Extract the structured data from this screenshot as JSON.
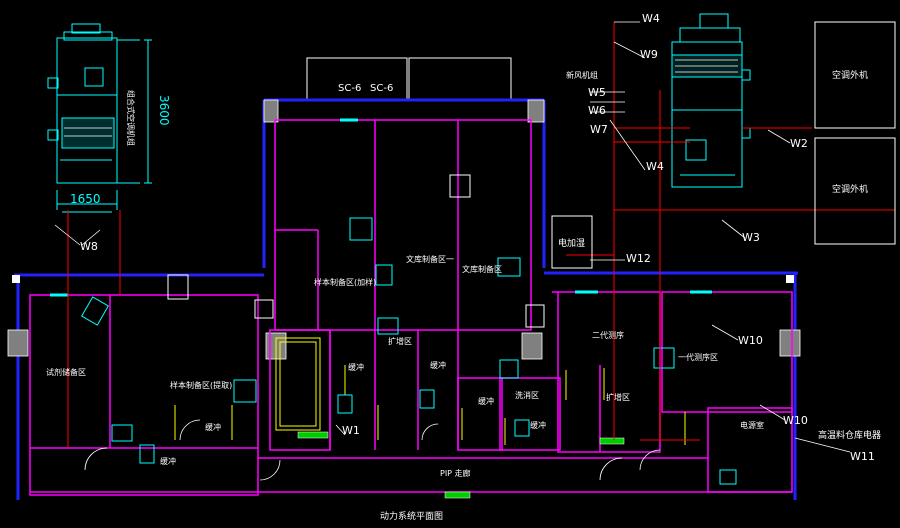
{
  "colors": {
    "background": "#000000",
    "wall": "#ff00ff",
    "structure": "#2222ff",
    "equipment": "#00ffff",
    "duct": "#ff0000",
    "door": "#ffff00",
    "white": "#ffffff",
    "gray": "#808080"
  },
  "rooms": {
    "sc6_a": "SC-6",
    "sc6_b": "SC-6",
    "sample_handling": "样本制备区(加样)",
    "reagent_prep_1": "文库制备区一",
    "reagent_prep_2": "文库制备区",
    "sample_prep_2": "试剂储备区",
    "sample_handling_2": "样本制备区(提取)",
    "buffer_a": "缓冲",
    "buffer_b": "缓冲",
    "buffer_c": "缓冲",
    "buffer_d": "缓冲",
    "buffer_e": "缓冲",
    "buffer_f": "缓冲",
    "print": "扩增区",
    "gen2_seq": "二代测序",
    "gen1_seq": "一代测序区",
    "wash": "洗消区",
    "pcr": "扩增区",
    "electric": "电源室",
    "corridor": "PIP 走廊",
    "power_room": "电加湿"
  },
  "equipment_labels": {
    "left_unit_side": "组合式空调机组",
    "top_right_small": "新风机组",
    "ac_outdoor_1": "空调外机",
    "ac_outdoor_2": "空调外机",
    "dim_height": "3600",
    "dim_width": "1650"
  },
  "line_labels": [
    "W4",
    "W9",
    "W5",
    "W6",
    "W7",
    "W4",
    "W2",
    "W3",
    "W12",
    "W8",
    "W10",
    "W1",
    "W10",
    "W11"
  ],
  "annotations": {
    "warehouse_power": "高温料仓库电器"
  },
  "drawing_title": "动力系统平面图"
}
